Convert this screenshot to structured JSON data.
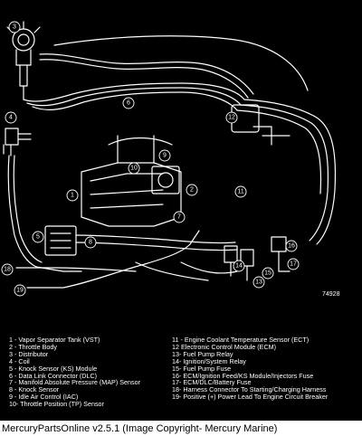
{
  "diagram": {
    "figure_number": "74928",
    "callouts": [
      "1",
      "2",
      "3",
      "4",
      "5",
      "6",
      "7",
      "8",
      "9",
      "10",
      "11",
      "12",
      "13",
      "14",
      "15",
      "16",
      "17",
      "18",
      "19"
    ],
    "legend_left": [
      "1  - Vapor Separator Tank (VST)",
      "2  - Throttle Body",
      "3  - Distributor",
      "4  - Coil",
      "5  - Knock Sensor (KS) Module",
      "6  - Data Link Connector (DLC)",
      "7  - Manifold Absolute Pressure (MAP) Sensor",
      "8  - Knock Sensor",
      "9  - Idle Air Control (IAC)",
      "10- Throttle Position (TP) Sensor"
    ],
    "legend_right": [
      "11 - Engine Coolant Temperature Sensor (ECT)",
      "12 Electronic Control Module (ECM)",
      "13- Fuel Pump Relay",
      "14- Ignition/System  Relay",
      "15- Fuel Pump Fuse",
      "16- ECM/Ignition Feed/KS Module/Injectors Fuse",
      "17- ECM/DLC/Battery Fuse",
      "18- Harness Connector To Starting/Charging Harness",
      "19- Positive (+) Power Lead To Engine Circuit Breaker"
    ]
  },
  "caption": "MercuryPartsOnline v2.5.1 (Image Copyright- Mercury Marine)",
  "colors": {
    "background": "#000000",
    "lines": "#ffffff",
    "caption_bg": "#ffffff",
    "caption_text": "#000000"
  }
}
